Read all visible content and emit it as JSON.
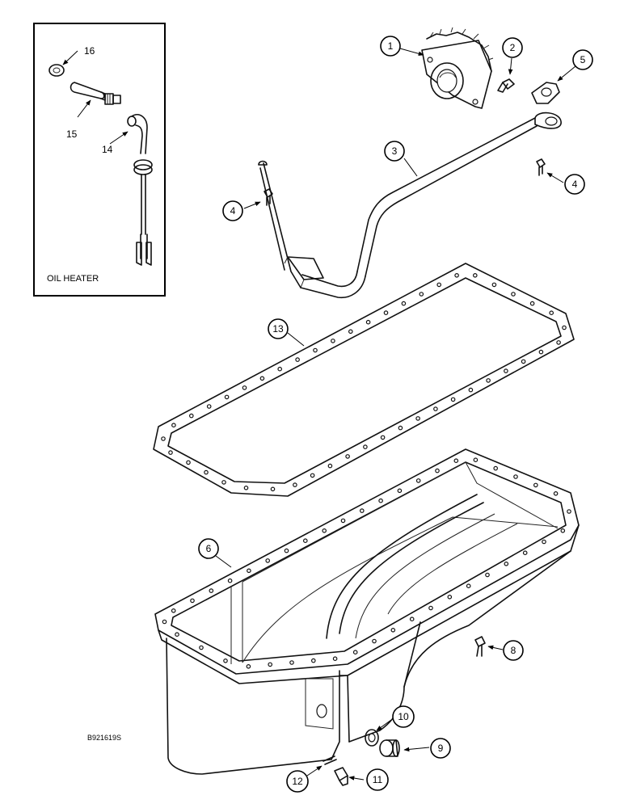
{
  "inset": {
    "title": "OIL HEATER",
    "labels": [
      "16",
      "15",
      "14"
    ]
  },
  "callouts": {
    "c1": "1",
    "c2": "2",
    "c3": "3",
    "c4a": "4",
    "c4b": "4",
    "c5": "5",
    "c6": "6",
    "c8": "8",
    "c9": "9",
    "c10": "10",
    "c11": "11",
    "c12": "12",
    "c13": "13"
  },
  "figure_id": "B921619S"
}
